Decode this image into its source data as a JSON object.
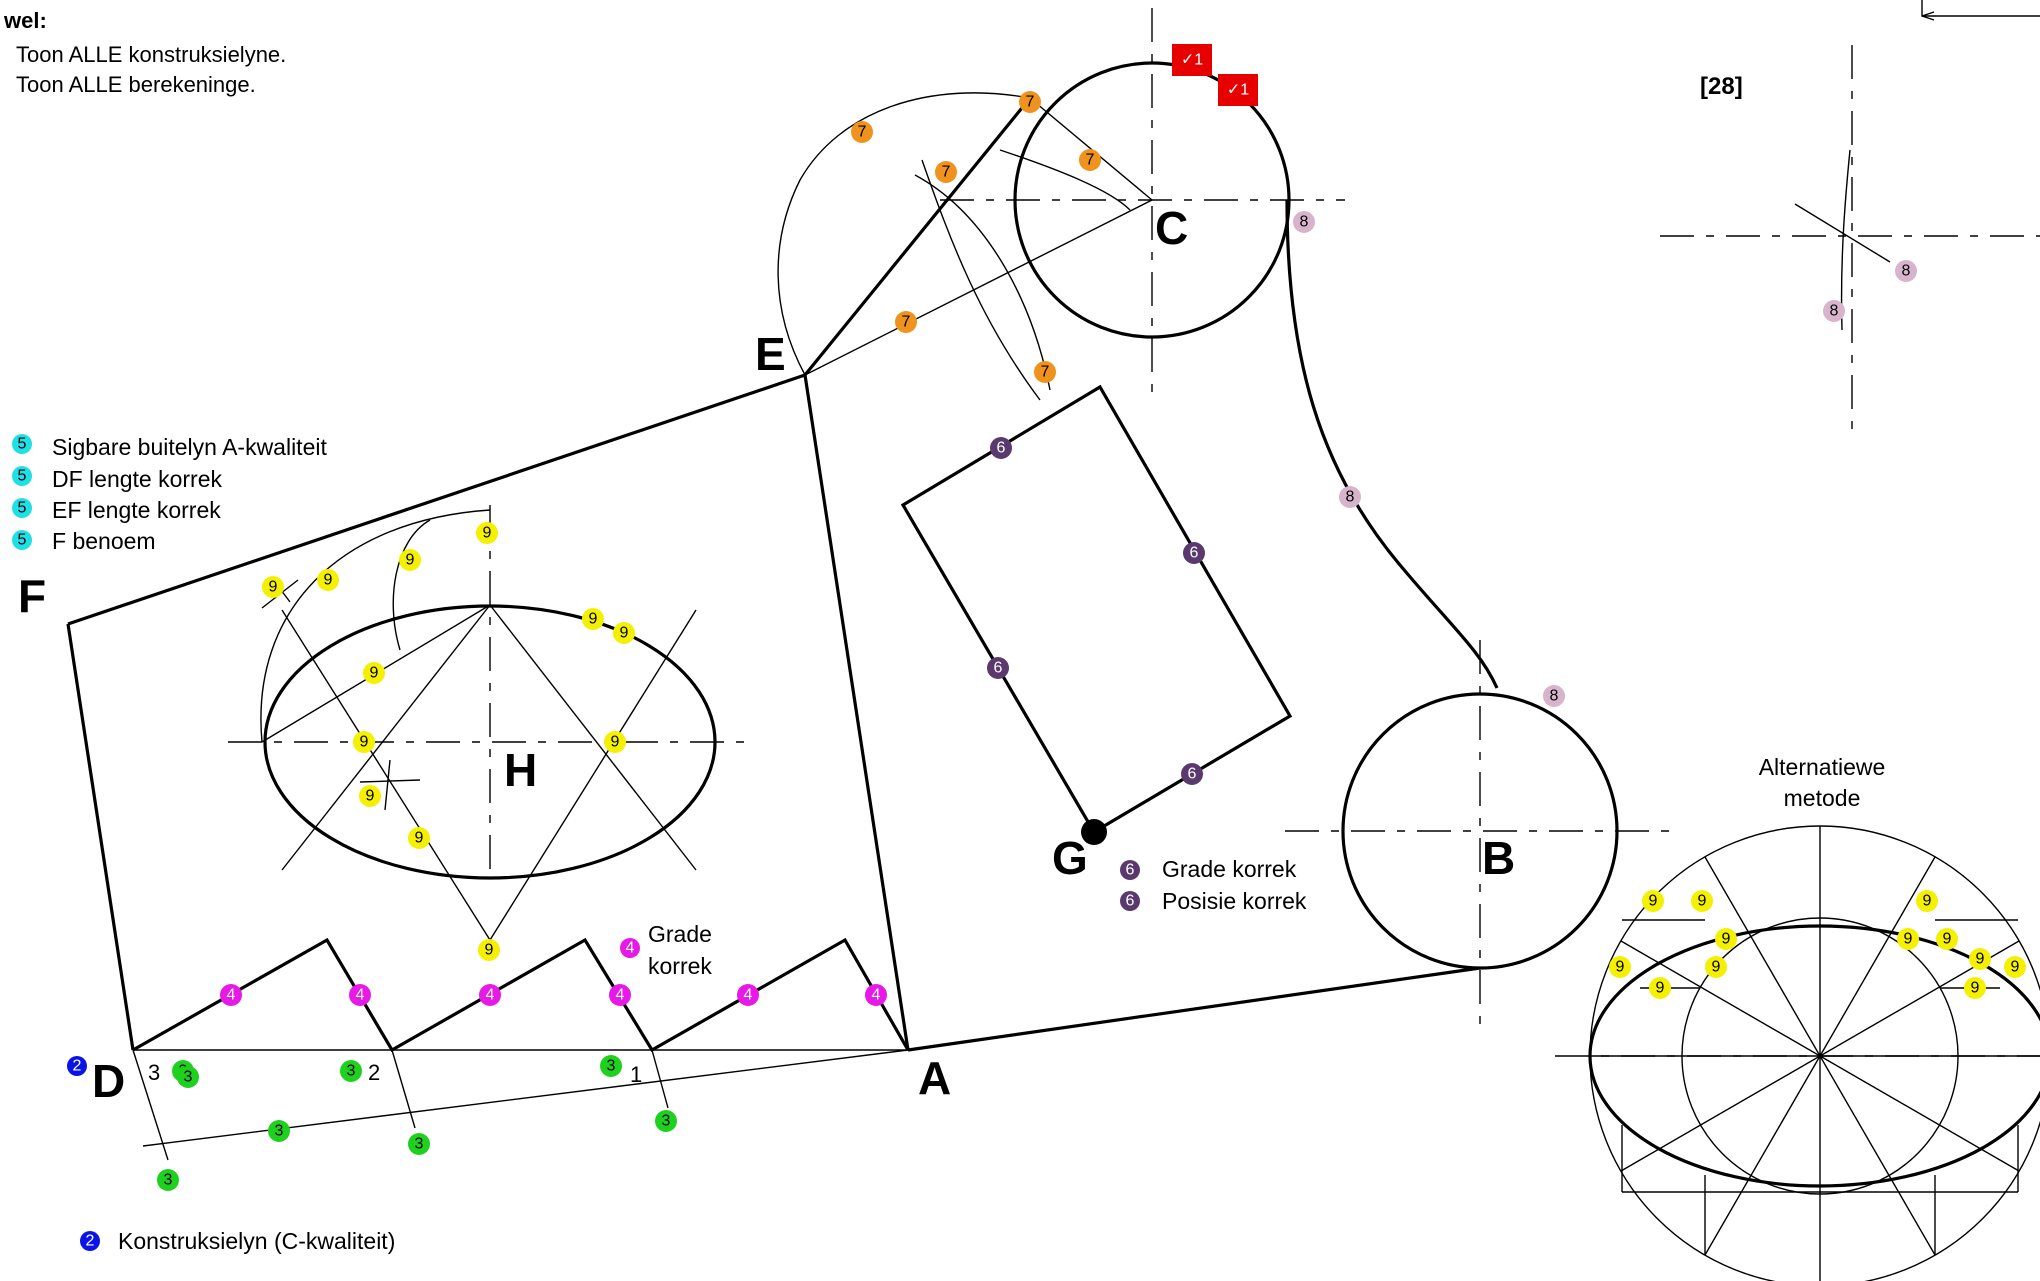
{
  "header": {
    "prefix": "wel:",
    "lines": [
      "Toon ALLE konstruksielyne.",
      "Toon ALLE berekeninge."
    ]
  },
  "total_marks": "[28]",
  "labels": {
    "A": "A",
    "B": "B",
    "C": "C",
    "D": "D",
    "E": "E",
    "F": "F",
    "G": "G",
    "H": "H"
  },
  "division_numbers": [
    "3",
    "2",
    "1"
  ],
  "legend_5": {
    "badge": "5",
    "items": [
      "Sigbare buitelyn A-kwaliteit",
      "DF lengte korrek",
      "EF lengte korrek",
      "F benoem"
    ]
  },
  "legend_4": {
    "badge": "4",
    "line1": "Grade",
    "line2": "korrek"
  },
  "legend_6": {
    "badge": "6",
    "items": [
      "Grade korrek",
      "Posisie korrek"
    ]
  },
  "legend_2": {
    "badge": "2",
    "text": "Konstruksielyn (C-kwaliteit)"
  },
  "alt_method": {
    "line1": "Alternatiewe",
    "line2": "metode"
  },
  "tick_marks": [
    {
      "label": "✓1"
    },
    {
      "label": "✓1"
    }
  ],
  "marker_colors": {
    "2": "#0a14e6",
    "3": "#1fd11f",
    "4": "#e619e6",
    "5": "#1fe0e6",
    "6": "#5a3a6e",
    "7": "#f0921e",
    "8": "#d8b4cc",
    "9": "#f5f000",
    "tick": "#e60000"
  },
  "markers": [
    {
      "n": "7"
    },
    {
      "n": "7"
    },
    {
      "n": "7"
    },
    {
      "n": "7"
    },
    {
      "n": "7"
    },
    {
      "n": "7"
    },
    {
      "n": "8"
    },
    {
      "n": "8"
    },
    {
      "n": "8"
    },
    {
      "n": "8"
    },
    {
      "n": "8"
    },
    {
      "n": "6"
    },
    {
      "n": "6"
    },
    {
      "n": "6"
    },
    {
      "n": "6"
    },
    {
      "n": "9"
    },
    {
      "n": "9"
    },
    {
      "n": "9"
    },
    {
      "n": "9"
    },
    {
      "n": "9"
    },
    {
      "n": "9"
    },
    {
      "n": "9"
    },
    {
      "n": "9"
    },
    {
      "n": "9"
    },
    {
      "n": "9"
    },
    {
      "n": "9"
    },
    {
      "n": "9"
    },
    {
      "n": "4"
    },
    {
      "n": "4"
    },
    {
      "n": "4"
    },
    {
      "n": "4"
    },
    {
      "n": "4"
    },
    {
      "n": "4"
    },
    {
      "n": "3"
    },
    {
      "n": "3"
    },
    {
      "n": "3"
    },
    {
      "n": "3"
    },
    {
      "n": "3"
    },
    {
      "n": "3"
    },
    {
      "n": "3"
    },
    {
      "n": "3"
    },
    {
      "n": "9"
    },
    {
      "n": "9"
    },
    {
      "n": "9"
    },
    {
      "n": "9"
    },
    {
      "n": "9"
    },
    {
      "n": "9"
    },
    {
      "n": "9"
    },
    {
      "n": "9"
    },
    {
      "n": "9"
    },
    {
      "n": "9"
    },
    {
      "n": "9"
    },
    {
      "n": "9"
    }
  ]
}
